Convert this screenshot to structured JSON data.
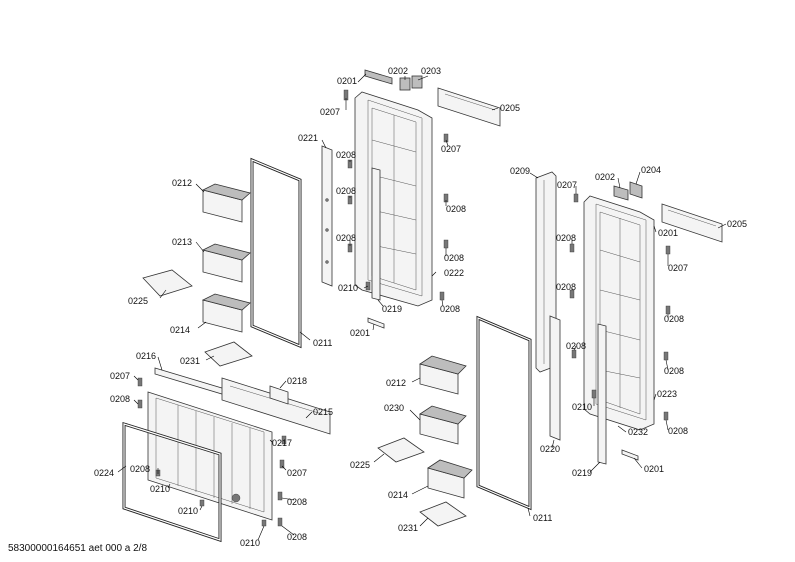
{
  "footer_text": "58300000164651 aet 000 a 2/8",
  "labels": [
    {
      "id": "l-0201-a",
      "text": "0201"
    },
    {
      "id": "l-0202-a",
      "text": "0202"
    },
    {
      "id": "l-0203",
      "text": "0203"
    },
    {
      "id": "l-0205-a",
      "text": "0205"
    },
    {
      "id": "l-0207-a",
      "text": "0207"
    },
    {
      "id": "l-0221",
      "text": "0221"
    },
    {
      "id": "l-0208-a",
      "text": "0208"
    },
    {
      "id": "l-0207-b",
      "text": "0207"
    },
    {
      "id": "l-0212-a",
      "text": "0212"
    },
    {
      "id": "l-0208-b",
      "text": "0208"
    },
    {
      "id": "l-0208-c",
      "text": "0208"
    },
    {
      "id": "l-0213",
      "text": "0213"
    },
    {
      "id": "l-0208-d",
      "text": "0208"
    },
    {
      "id": "l-0208-e",
      "text": "0208"
    },
    {
      "id": "l-0222",
      "text": "0222"
    },
    {
      "id": "l-0210-a",
      "text": "0210"
    },
    {
      "id": "l-0225-a",
      "text": "0225"
    },
    {
      "id": "l-0219-a",
      "text": "0219"
    },
    {
      "id": "l-0208-f",
      "text": "0208"
    },
    {
      "id": "l-0214-a",
      "text": "0214"
    },
    {
      "id": "l-0201-b",
      "text": "0201"
    },
    {
      "id": "l-0211-a",
      "text": "0211"
    },
    {
      "id": "l-0231-a",
      "text": "0231"
    },
    {
      "id": "l-0216",
      "text": "0216"
    },
    {
      "id": "l-0207-c",
      "text": "0207"
    },
    {
      "id": "l-0218",
      "text": "0218"
    },
    {
      "id": "l-0208-g",
      "text": "0208"
    },
    {
      "id": "l-0215",
      "text": "0215"
    },
    {
      "id": "l-0217",
      "text": "0217"
    },
    {
      "id": "l-0224",
      "text": "0224"
    },
    {
      "id": "l-0208-h",
      "text": "0208"
    },
    {
      "id": "l-0207-d",
      "text": "0207"
    },
    {
      "id": "l-0210-b",
      "text": "0210"
    },
    {
      "id": "l-0208-i",
      "text": "0208"
    },
    {
      "id": "l-0210-c",
      "text": "0210"
    },
    {
      "id": "l-0210-d",
      "text": "0210"
    },
    {
      "id": "l-0208-j",
      "text": "0208"
    },
    {
      "id": "l-0209",
      "text": "0209"
    },
    {
      "id": "l-0207-e",
      "text": "0207"
    },
    {
      "id": "l-0202-b",
      "text": "0202"
    },
    {
      "id": "l-0204",
      "text": "0204"
    },
    {
      "id": "l-0205-b",
      "text": "0205"
    },
    {
      "id": "l-0201-c",
      "text": "0201"
    },
    {
      "id": "l-0208-k",
      "text": "0208"
    },
    {
      "id": "l-0207-f",
      "text": "0207"
    },
    {
      "id": "l-0208-l",
      "text": "0208"
    },
    {
      "id": "l-0208-m",
      "text": "0208"
    },
    {
      "id": "l-0212-b",
      "text": "0212"
    },
    {
      "id": "l-0208-n",
      "text": "0208"
    },
    {
      "id": "l-0208-o",
      "text": "0208"
    },
    {
      "id": "l-0223",
      "text": "0223"
    },
    {
      "id": "l-0230",
      "text": "0230"
    },
    {
      "id": "l-0210-e",
      "text": "0210"
    },
    {
      "id": "l-0208-p",
      "text": "0208"
    },
    {
      "id": "l-0232",
      "text": "0232"
    },
    {
      "id": "l-0220",
      "text": "0220"
    },
    {
      "id": "l-0225-b",
      "text": "0225"
    },
    {
      "id": "l-0219-b",
      "text": "0219"
    },
    {
      "id": "l-0201-d",
      "text": "0201"
    },
    {
      "id": "l-0214-b",
      "text": "0214"
    },
    {
      "id": "l-0211-b",
      "text": "0211"
    },
    {
      "id": "l-0231-b",
      "text": "0231"
    }
  ]
}
